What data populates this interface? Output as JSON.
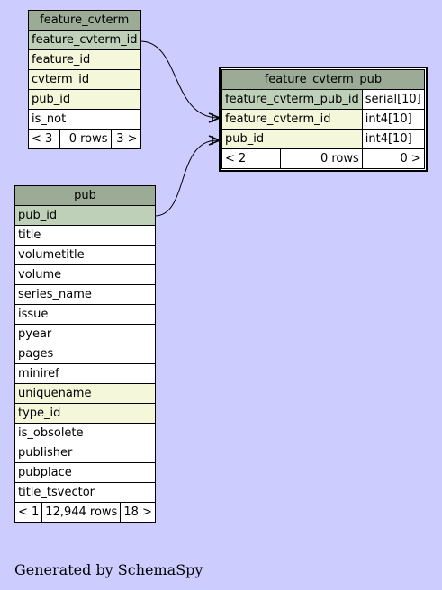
{
  "feature_cvterm": {
    "title": "feature_cvterm",
    "columns": [
      {
        "name": "feature_cvterm_id",
        "kind": "pk"
      },
      {
        "name": "feature_id",
        "kind": "fk"
      },
      {
        "name": "cvterm_id",
        "kind": "fk"
      },
      {
        "name": "pub_id",
        "kind": "fk"
      },
      {
        "name": "is_not",
        "kind": "plain"
      }
    ],
    "footer": {
      "parents": "< 3",
      "rows": "0 rows",
      "children": "3 >"
    }
  },
  "feature_cvterm_pub": {
    "title": "feature_cvterm_pub",
    "columns": [
      {
        "name": "feature_cvterm_pub_id",
        "type": "serial[10]",
        "kind": "pk"
      },
      {
        "name": "feature_cvterm_id",
        "type": "int4[10]",
        "kind": "fk"
      },
      {
        "name": "pub_id",
        "type": "int4[10]",
        "kind": "fk"
      }
    ],
    "footer": {
      "parents": "< 2",
      "rows": "0 rows",
      "children": "0 >"
    }
  },
  "pub": {
    "title": "pub",
    "columns": [
      {
        "name": "pub_id",
        "kind": "pk"
      },
      {
        "name": "title",
        "kind": "plain"
      },
      {
        "name": "volumetitle",
        "kind": "plain"
      },
      {
        "name": "volume",
        "kind": "plain"
      },
      {
        "name": "series_name",
        "kind": "plain"
      },
      {
        "name": "issue",
        "kind": "plain"
      },
      {
        "name": "pyear",
        "kind": "plain"
      },
      {
        "name": "pages",
        "kind": "plain"
      },
      {
        "name": "miniref",
        "kind": "plain"
      },
      {
        "name": "uniquename",
        "kind": "fk"
      },
      {
        "name": "type_id",
        "kind": "fk"
      },
      {
        "name": "is_obsolete",
        "kind": "plain"
      },
      {
        "name": "publisher",
        "kind": "plain"
      },
      {
        "name": "pubplace",
        "kind": "plain"
      },
      {
        "name": "title_tsvector",
        "kind": "plain"
      }
    ],
    "footer": {
      "parents": "< 1",
      "rows": "12,944 rows",
      "children": "18 >"
    }
  },
  "credit": "Generated by SchemaSpy"
}
